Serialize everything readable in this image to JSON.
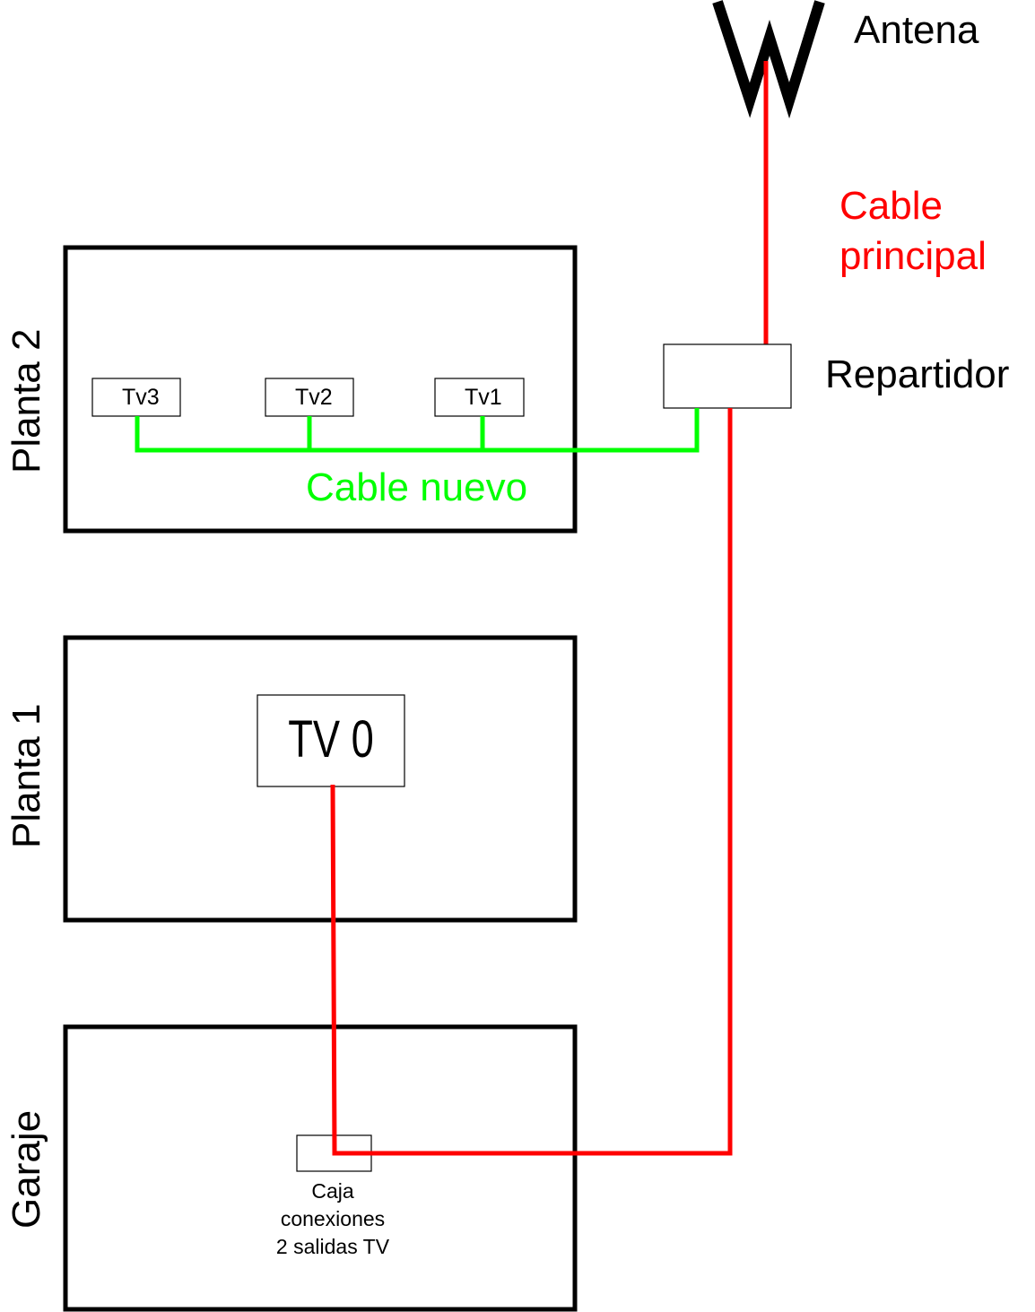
{
  "colors": {
    "main_cable": "#ff0000",
    "new_cable": "#00ff00",
    "outline": "#000000",
    "background": "#ffffff"
  },
  "antenna": {
    "label": "Antena",
    "icon": "antenna-icon"
  },
  "main_cable": {
    "label_line1": "Cable",
    "label_line2": "principal"
  },
  "splitter": {
    "label": "Repartidor"
  },
  "floors": [
    {
      "name": "Planta 2",
      "outlets": [
        "Tv3",
        "Tv2",
        "Tv1"
      ],
      "cable_label": "Cable nuevo"
    },
    {
      "name": "Planta 1",
      "outlets": [
        "TV 0"
      ]
    },
    {
      "name": "Garaje",
      "junction_box": {
        "label_line1": "Caja",
        "label_line2": "conexiones",
        "label_line3": "2 salidas TV"
      }
    }
  ]
}
